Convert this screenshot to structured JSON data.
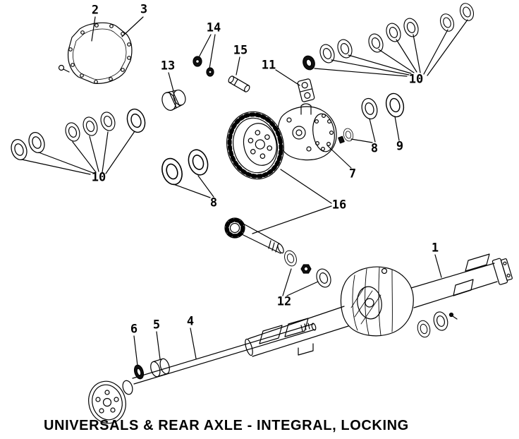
{
  "title": "UNIVERSALS & REAR AXLE - INTEGRAL, LOCKING",
  "callouts": [
    {
      "label": "2"
    },
    {
      "label": "3"
    },
    {
      "label": "14"
    },
    {
      "label": "15"
    },
    {
      "label": "13"
    },
    {
      "label": "11"
    },
    {
      "label": "10"
    },
    {
      "label": "8"
    },
    {
      "label": "9"
    },
    {
      "label": "7"
    },
    {
      "label": "10"
    },
    {
      "label": "8"
    },
    {
      "label": "16"
    },
    {
      "label": "12"
    },
    {
      "label": "1"
    },
    {
      "label": "4"
    },
    {
      "label": "5"
    },
    {
      "label": "6"
    }
  ]
}
